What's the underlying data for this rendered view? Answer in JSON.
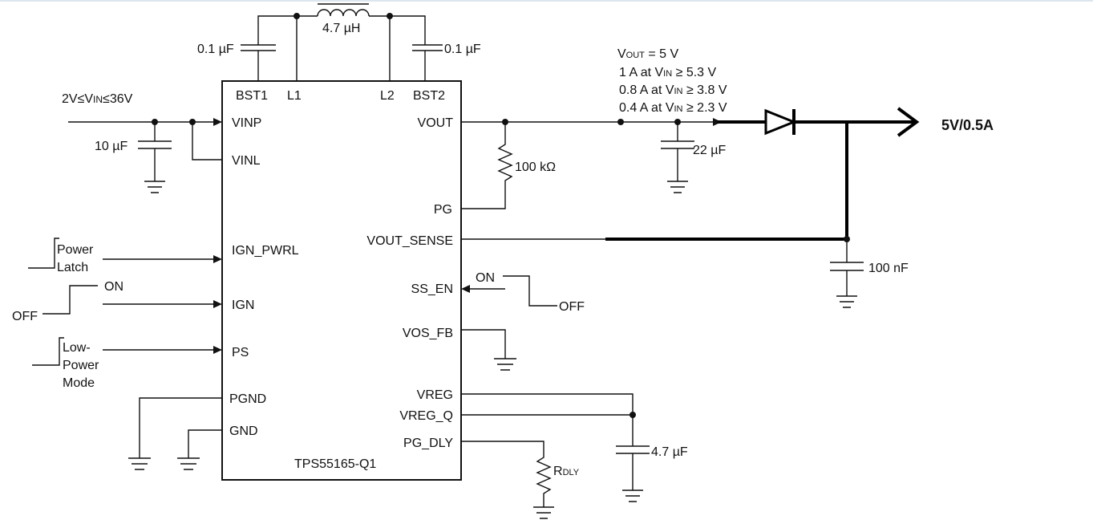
{
  "ic": {
    "part": "TPS55165-Q1",
    "pins_left": {
      "bst1": "BST1",
      "l1": "L1",
      "vinp": "VINP",
      "vinl": "VINL",
      "ign_pwrl": "IGN_PWRL",
      "ign": "IGN",
      "ps": "PS",
      "pgnd": "PGND",
      "gnd": "GND"
    },
    "pins_right": {
      "l2": "L2",
      "bst2": "BST2",
      "vout": "VOUT",
      "pg": "PG",
      "vout_sense": "VOUT_SENSE",
      "ss_en": "SS_EN",
      "vos_fb": "VOS_FB",
      "vreg": "VREG",
      "vreg_q": "VREG_Q",
      "pg_dly": "PG_DLY"
    }
  },
  "components": {
    "c_bst1": "0.1 µF",
    "c_bst2": "0.1 µF",
    "inductor": "4.7 µH",
    "c_in": "10 µF",
    "r_pg": "100 kΩ",
    "c_out": "22 µF",
    "c_sense": "100 nF",
    "c_vreg": "4.7 µF",
    "r_dly_main": "R",
    "r_dly_sub": "DLY"
  },
  "input": {
    "pre": "2V≤V",
    "sub": "IN",
    "post": "≤36V"
  },
  "signals": {
    "power_latch_1": "Power",
    "power_latch_2": "Latch",
    "ign_on": "ON",
    "ign_off": "OFF",
    "ps_1": "Low-",
    "ps_2": "Power",
    "ps_3": "Mode",
    "ss_on": "ON",
    "ss_off": "OFF"
  },
  "output_spec": {
    "v_label": "V",
    "v_sub": "OUT",
    "v_value": " = 5 V",
    "line1_pre": "1 A at V",
    "line2_pre": "0.8 A at V",
    "line3_pre": "0.4 A at V",
    "vin_sub": "IN",
    "line1_post": " ≥  5.3 V",
    "line2_post": " ≥  3.8 V",
    "line3_post": " ≥  2.3 V"
  },
  "output_label": "5V/0.5A"
}
